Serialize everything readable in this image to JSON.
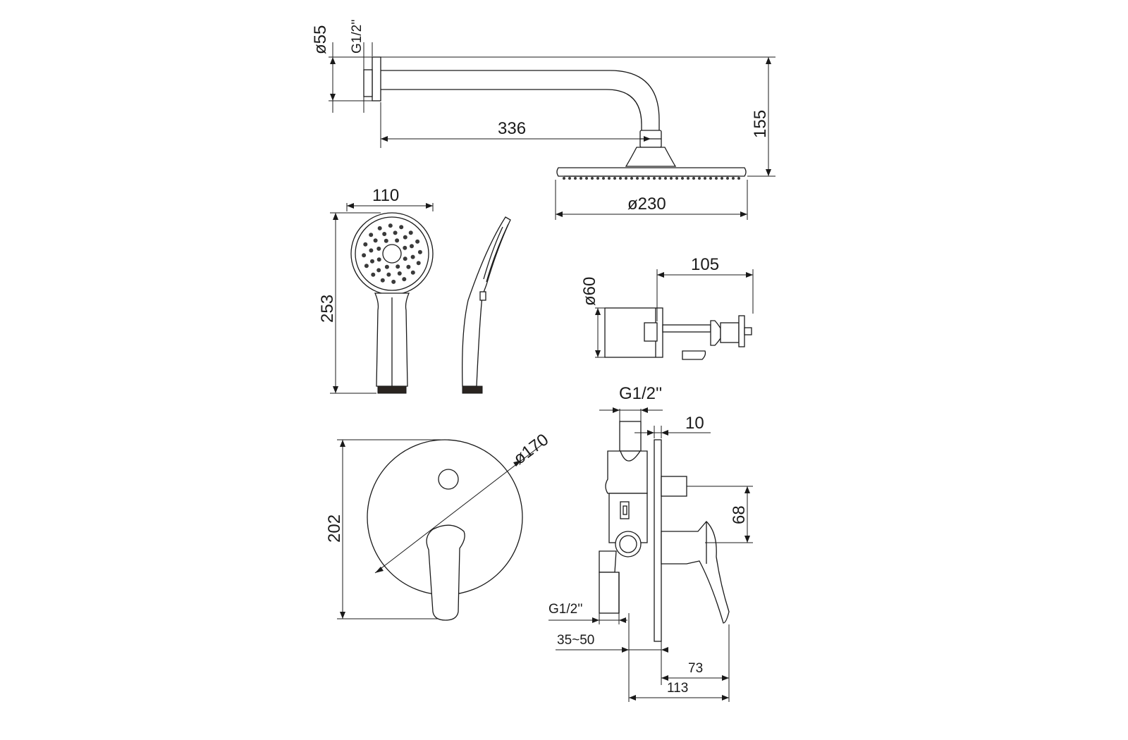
{
  "labels": {
    "arm_flange_diameter": "ø55",
    "arm_thread": "G1/2''",
    "arm_length": "336",
    "arm_height": "155",
    "head_diameter": "ø230",
    "hand_width": "110",
    "hand_length": "253",
    "holder_diameter": "ø60",
    "holder_length": "105",
    "plate_diameter": "ø170",
    "plate_height": "202",
    "mixer_top_thread": "G1/2''",
    "mixer_plate_thickness": "10",
    "mixer_outlet_height": "68",
    "mixer_side_thread": "G1/2''",
    "mixer_depth_range": "35~50",
    "mixer_projection": "73",
    "mixer_total_depth": "113"
  }
}
